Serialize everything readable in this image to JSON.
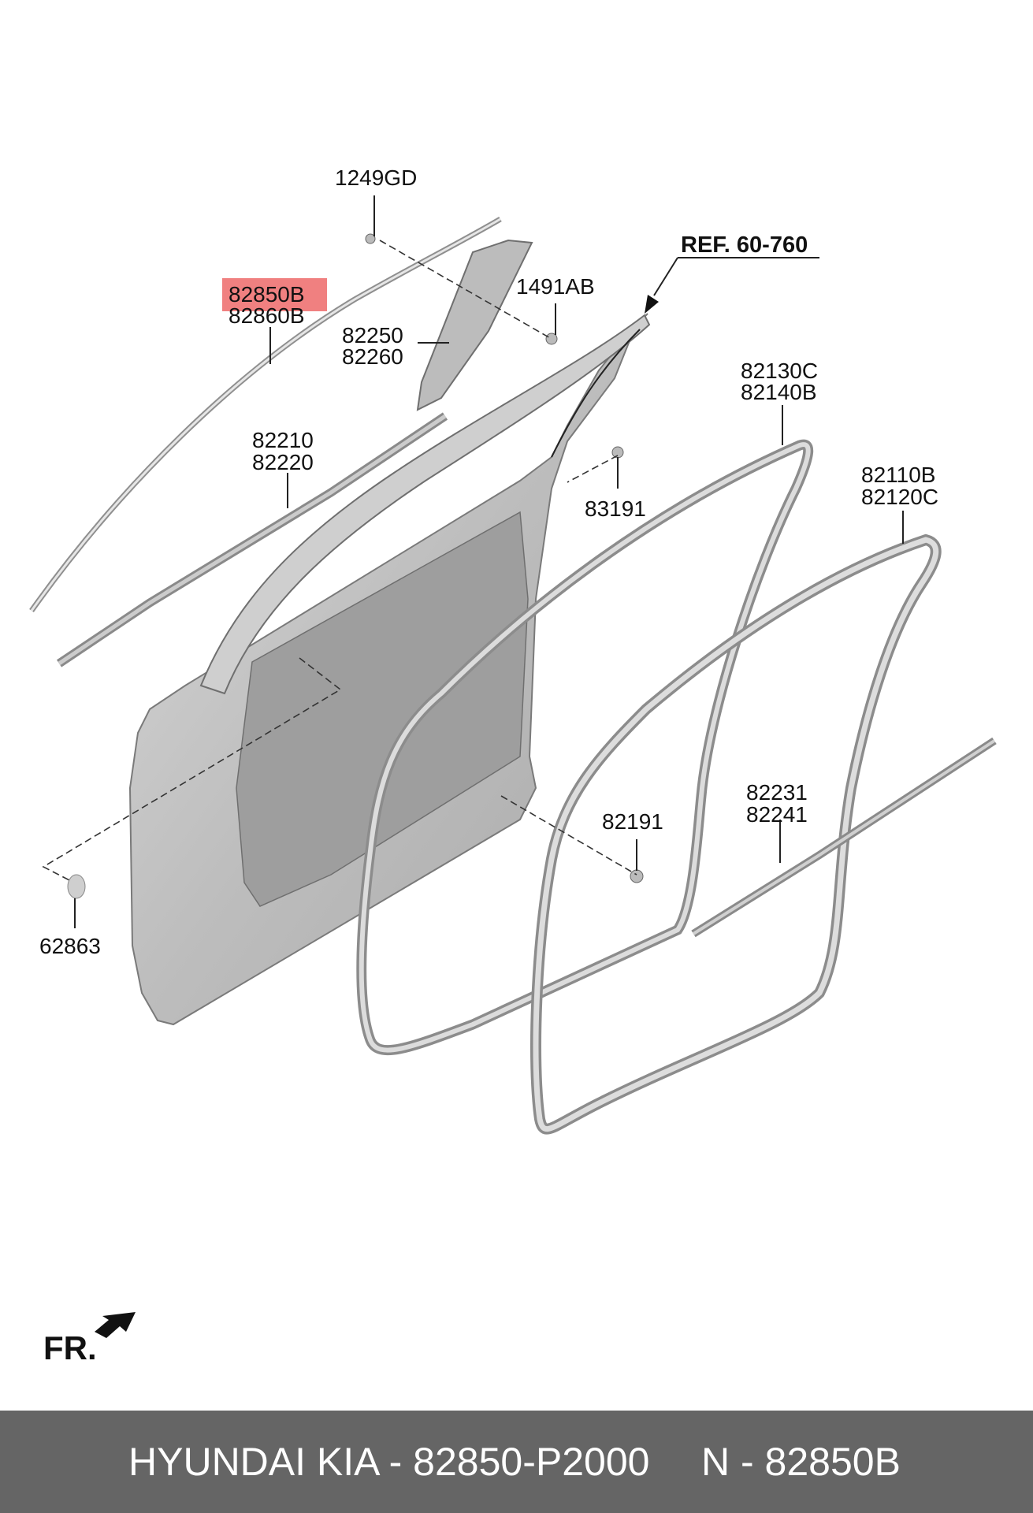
{
  "labels": {
    "p1249": "1249GD",
    "ref": "REF. 60-760",
    "p82850": "82850B",
    "p82860": "82860B",
    "p1491": "1491AB",
    "p82250": "82250",
    "p82260": "82260",
    "p82130": "82130C",
    "p82140": "82140B",
    "p82210": "82210",
    "p82220": "82220",
    "p83191": "83191",
    "p82110": "82110B",
    "p82120": "82120C",
    "p82231": "82231",
    "p82241": "82241",
    "p82191": "82191",
    "p62863": "62863",
    "fr": "FR."
  },
  "highlight_color": "#f08080",
  "footer": {
    "left": "HYUNDAI KIA - 82850-P2000",
    "right": "N - 82850B"
  }
}
